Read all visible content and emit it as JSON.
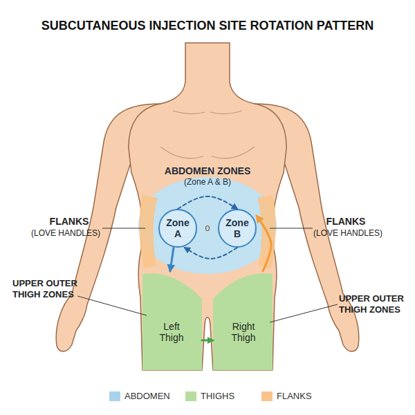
{
  "diagram": {
    "title": "SUBCUTANEOUS INJECTION SITE ROTATION PATTERN",
    "nodes": [
      {
        "text": [
          "ABDOMEN ZONES",
          "(Zone A & B)"
        ]
      },
      {
        "text": [
          "Zone A"
        ],
        "in": 0
      },
      {
        "text": [
          "Zone B"
        ],
        "in": 0
      },
      {
        "text": [
          "Left Thigh"
        ]
      },
      {
        "text": [
          "Right Thigh"
        ]
      }
    ],
    "edges": [
      {
        "from": 1,
        "to": 3,
        "arrow": "to"
      },
      {
        "from": 3,
        "to": 4,
        "arrow": "to"
      },
      {
        "from": 4,
        "to": 2,
        "arrow": "to"
      },
      {
        "from": 1,
        "to": 2,
        "arrow": "to"
      },
      {
        "from": 2,
        "to": 1,
        "arrow": "to"
      }
    ],
    "labels": [
      "FLANKS",
      "(LOVE HANDLES)",
      "FLANKS",
      "(LOVE HANDLES)",
      "UPPER OUTER THIGH ZONES",
      "UPPER OUTER THIGH ZONES"
    ],
    "legend": [
      {
        "text": "ABDOMEN",
        "color": "#a9d3ea"
      },
      {
        "text": "THIGHS",
        "color": "#b7dd9e"
      },
      {
        "text": "FLANKS",
        "color": "#f8c48c"
      }
    ]
  }
}
